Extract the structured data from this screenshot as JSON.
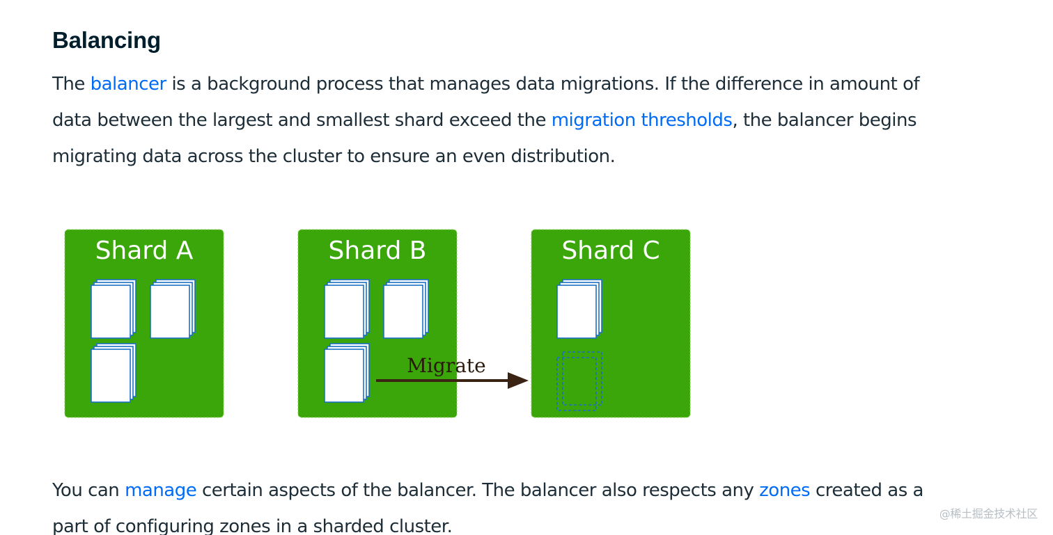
{
  "section": {
    "heading": "Balancing"
  },
  "para1": {
    "line1": {
      "t1": "The ",
      "link_balancer": "balancer",
      "t2": " is a background process that manages data migrations. If the difference in amount of"
    },
    "line2": {
      "t1": "data between the largest and smallest shard exceed the ",
      "link_thresholds": "migration thresholds",
      "t2": ", the balancer begins"
    },
    "line3": {
      "t1": "migrating data across the cluster to ensure an even distribution."
    }
  },
  "diagram": {
    "shards": [
      {
        "label": "Shard A",
        "documents": 3
      },
      {
        "label": "Shard B",
        "documents": 3
      },
      {
        "label": "Shard C",
        "documents": 1,
        "incoming_placeholder": true
      }
    ],
    "arrow_label": "Migrate",
    "colors": {
      "shard_fill": "#3aa60a",
      "document_outline": "#1a6fc6",
      "arrow": "#3b2313"
    }
  },
  "para2": {
    "line1": {
      "t1": "You can ",
      "link_manage": "manage",
      "t2": " certain aspects of the balancer. The balancer also respects any ",
      "link_zones": "zones",
      "t3": " created as a"
    },
    "line2": {
      "t1": "part of configuring zones in a sharded cluster."
    }
  },
  "watermark": "@稀土掘金技术社区"
}
